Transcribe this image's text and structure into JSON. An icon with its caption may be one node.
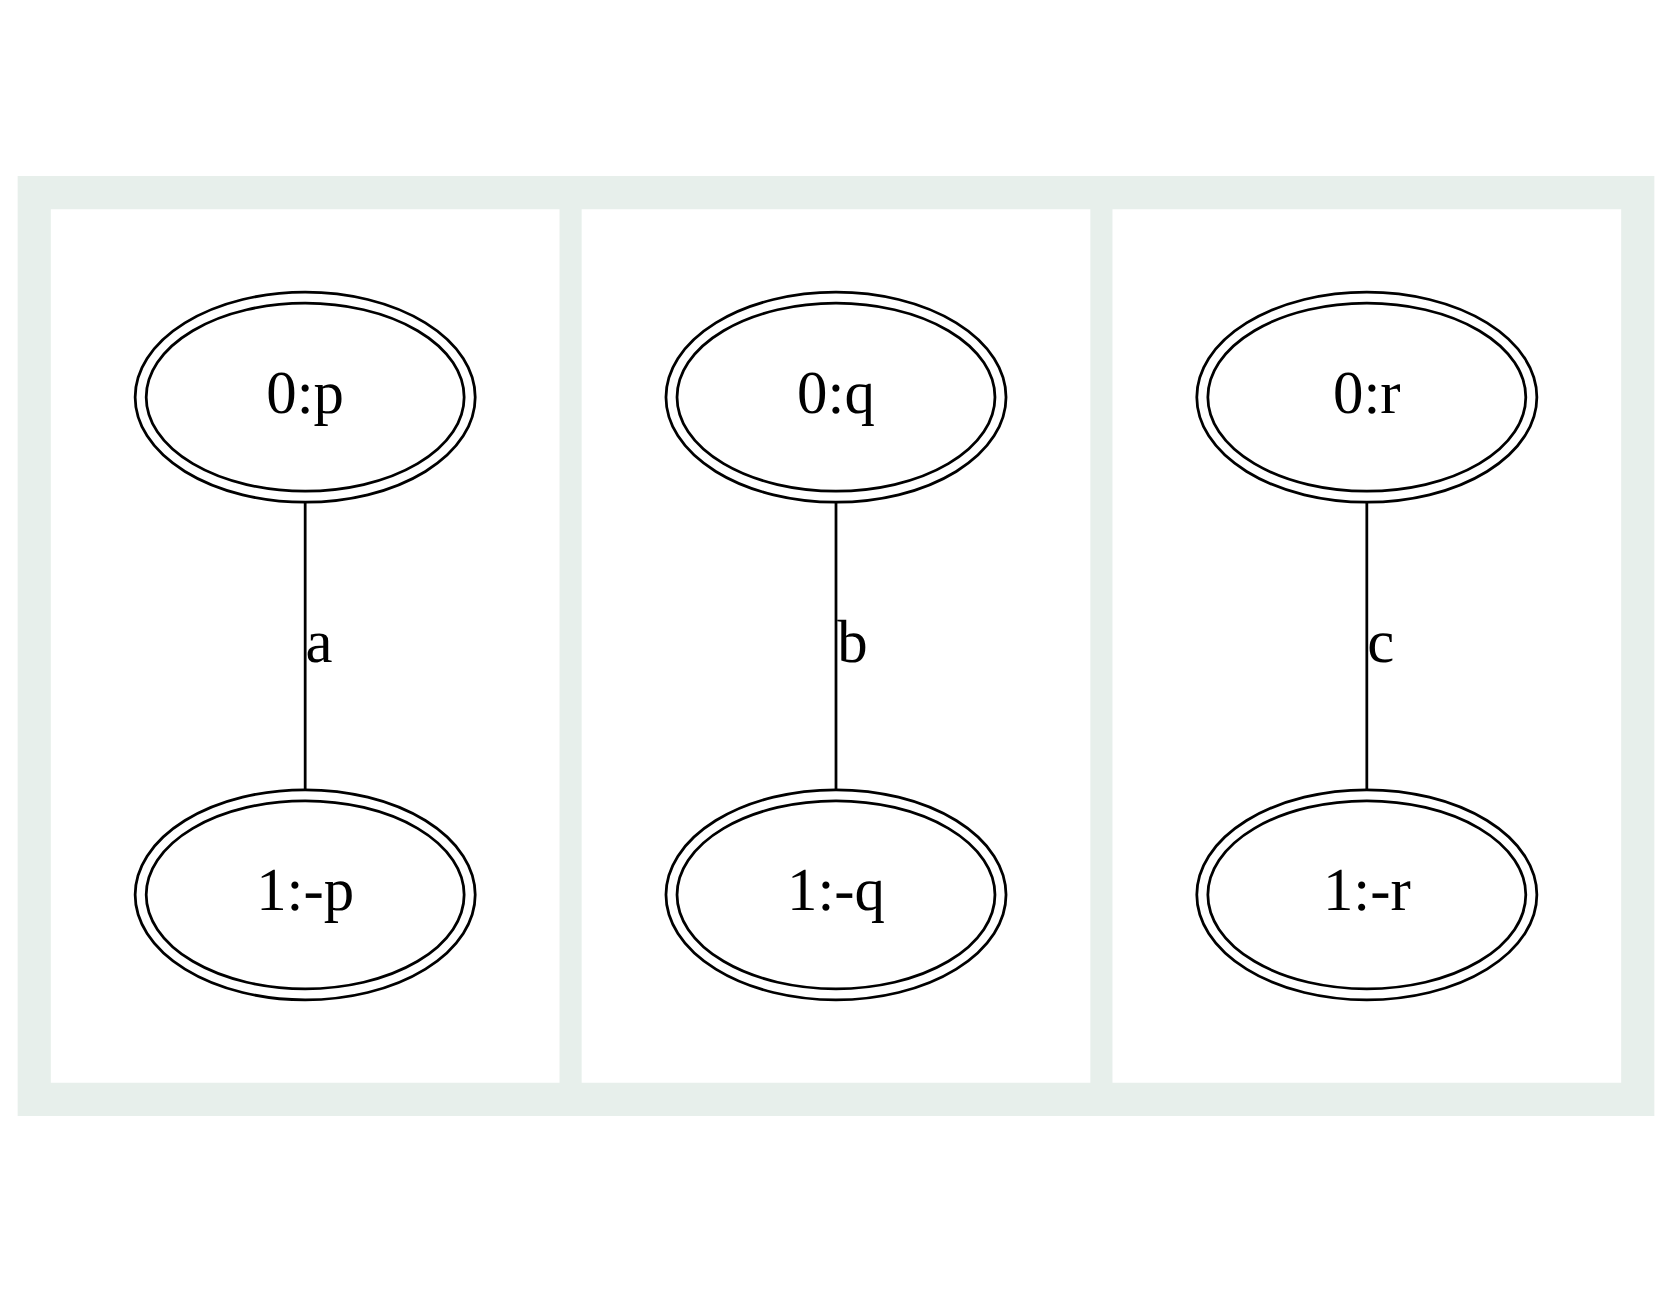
{
  "diagram": {
    "nodes": [
      {
        "text": [],
        "shape": "box"
      },
      {
        "text": [
          "0:p"
        ],
        "in": 0
      },
      {
        "text": [
          "1:-p"
        ],
        "in": 0
      },
      {
        "text": [],
        "shape": "box"
      },
      {
        "text": [
          "0:q"
        ],
        "in": 3
      },
      {
        "text": [
          "1:-q"
        ],
        "in": 3
      },
      {
        "text": [],
        "shape": "box"
      },
      {
        "text": [
          "0:r"
        ],
        "in": 6
      },
      {
        "text": [
          "1:-r"
        ],
        "in": 6
      }
    ],
    "edges": [
      {
        "from": 1,
        "to": 2,
        "arrow": "none",
        "label": "a"
      },
      {
        "from": 4,
        "to": 5,
        "arrow": "none",
        "label": "b"
      },
      {
        "from": 7,
        "to": 8,
        "arrow": "none",
        "label": "c"
      }
    ]
  }
}
